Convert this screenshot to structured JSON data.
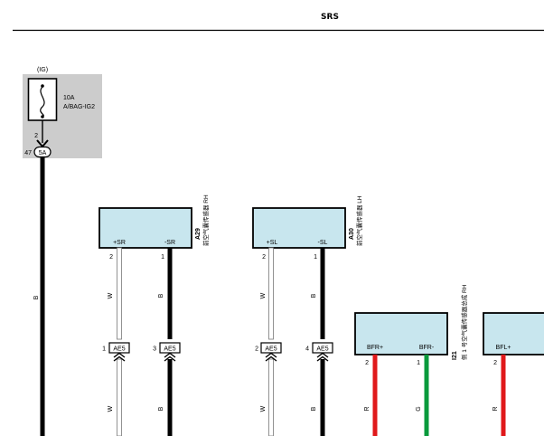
{
  "header": {
    "title": "SRS"
  },
  "fuse": {
    "group": "(IG)",
    "rating": "10A",
    "name": "A/BAG-IG2",
    "pin": "2",
    "terminal_pin": "47",
    "connector": "5A",
    "wire_color": "B"
  },
  "components": [
    {
      "id": "A29",
      "label": "前空气囊传感器 RH",
      "terminals": [
        {
          "name": "+SR",
          "pin": "2",
          "wire": "W",
          "wire_lower": "W",
          "connector": "AE5",
          "connector_pin": "1"
        },
        {
          "name": "-SR",
          "pin": "1",
          "wire": "B",
          "wire_lower": "B",
          "connector": "AE5",
          "connector_pin": "3"
        }
      ]
    },
    {
      "id": "A30",
      "label": "前空气囊传感器 LH",
      "terminals": [
        {
          "name": "+SL",
          "pin": "2",
          "wire": "W",
          "wire_lower": "W",
          "connector": "AE5",
          "connector_pin": "2"
        },
        {
          "name": "-SL",
          "pin": "1",
          "wire": "B",
          "wire_lower": "B",
          "connector": "AE5",
          "connector_pin": "4"
        }
      ]
    },
    {
      "id": "I21",
      "label": "侧 1 号空气囊传感器总成 RH",
      "terminals": [
        {
          "name": "BFR+",
          "pin": "2",
          "wire": "R"
        },
        {
          "name": "BFR-",
          "pin": "1",
          "wire": "G"
        }
      ]
    },
    {
      "id": "",
      "label": "",
      "terminals": [
        {
          "name": "BFL+",
          "pin": "2",
          "wire": "R"
        }
      ]
    }
  ],
  "colors": {
    "box_fill": "#c8e6ee",
    "fuse_bg": "#cccccc",
    "wire_black": "#000000",
    "wire_white": "#ffffff",
    "wire_red": "#e0191b",
    "wire_green": "#0a9a3c"
  }
}
